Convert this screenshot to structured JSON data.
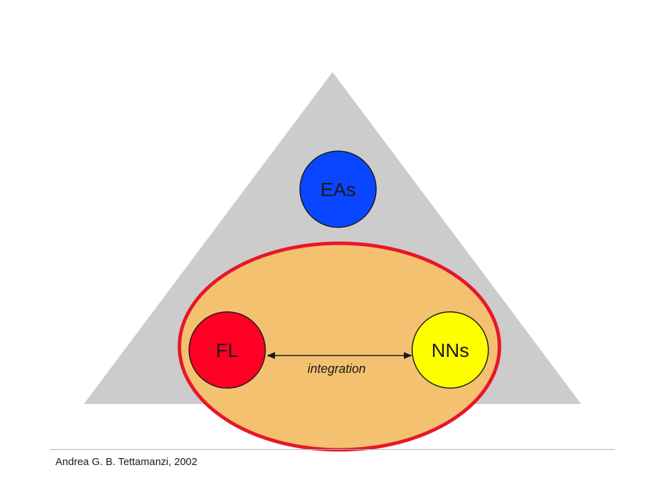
{
  "colors": {
    "triangle": "#cccccc",
    "ellipse_fill": "#f4c170",
    "ellipse_stroke": "#e8162b",
    "eas_node": "#0a46ff",
    "fl_node": "#ff0025",
    "nns_node": "#ffff00",
    "node_stroke": "#1a1a1a"
  },
  "diagram": {
    "nodes": {
      "eas": "EAs",
      "fl": "FL",
      "nns": "NNs"
    },
    "edge_label": "integration"
  },
  "footer": {
    "credit": "Andrea G. B. Tettamanzi, 2002"
  }
}
